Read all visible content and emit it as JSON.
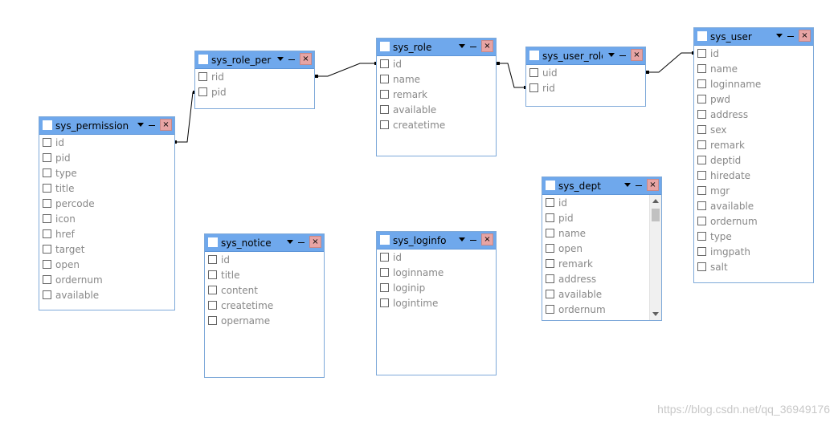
{
  "tables": [
    {
      "key": "sys_permission",
      "title": "sys_permission",
      "fields": [
        "id",
        "pid",
        "type",
        "title",
        "percode",
        "icon",
        "href",
        "target",
        "open",
        "ordernum",
        "available"
      ]
    },
    {
      "key": "sys_role_permission",
      "title": "sys_role_perr",
      "fields": [
        "rid",
        "pid"
      ]
    },
    {
      "key": "sys_role",
      "title": "sys_role",
      "fields": [
        "id",
        "name",
        "remark",
        "available",
        "createtime"
      ]
    },
    {
      "key": "sys_user_role",
      "title": "sys_user_role",
      "fields": [
        "uid",
        "rid"
      ]
    },
    {
      "key": "sys_user",
      "title": "sys_user",
      "fields": [
        "id",
        "name",
        "loginname",
        "pwd",
        "address",
        "sex",
        "remark",
        "deptid",
        "hiredate",
        "mgr",
        "available",
        "ordernum",
        "type",
        "imgpath",
        "salt"
      ]
    },
    {
      "key": "sys_notice",
      "title": "sys_notice",
      "fields": [
        "id",
        "title",
        "content",
        "createtime",
        "opername"
      ]
    },
    {
      "key": "sys_loginfo",
      "title": "sys_loginfo",
      "fields": [
        "id",
        "loginname",
        "loginip",
        "logintime"
      ]
    },
    {
      "key": "sys_dept",
      "title": "sys_dept",
      "fields": [
        "id",
        "pid",
        "name",
        "open",
        "remark",
        "address",
        "available",
        "ordernum"
      ]
    }
  ],
  "icons": {
    "menu": "dropdown-arrow-icon",
    "minimize": "minimize-icon",
    "close": "close-icon",
    "close_glyph": "×"
  },
  "colors": {
    "header": "#6fa8ec",
    "border": "#7ea9d9",
    "close_button": "#e7a4a4",
    "field_text": "#888888"
  },
  "watermark": "https://blog.csdn.net/qq_36949176"
}
